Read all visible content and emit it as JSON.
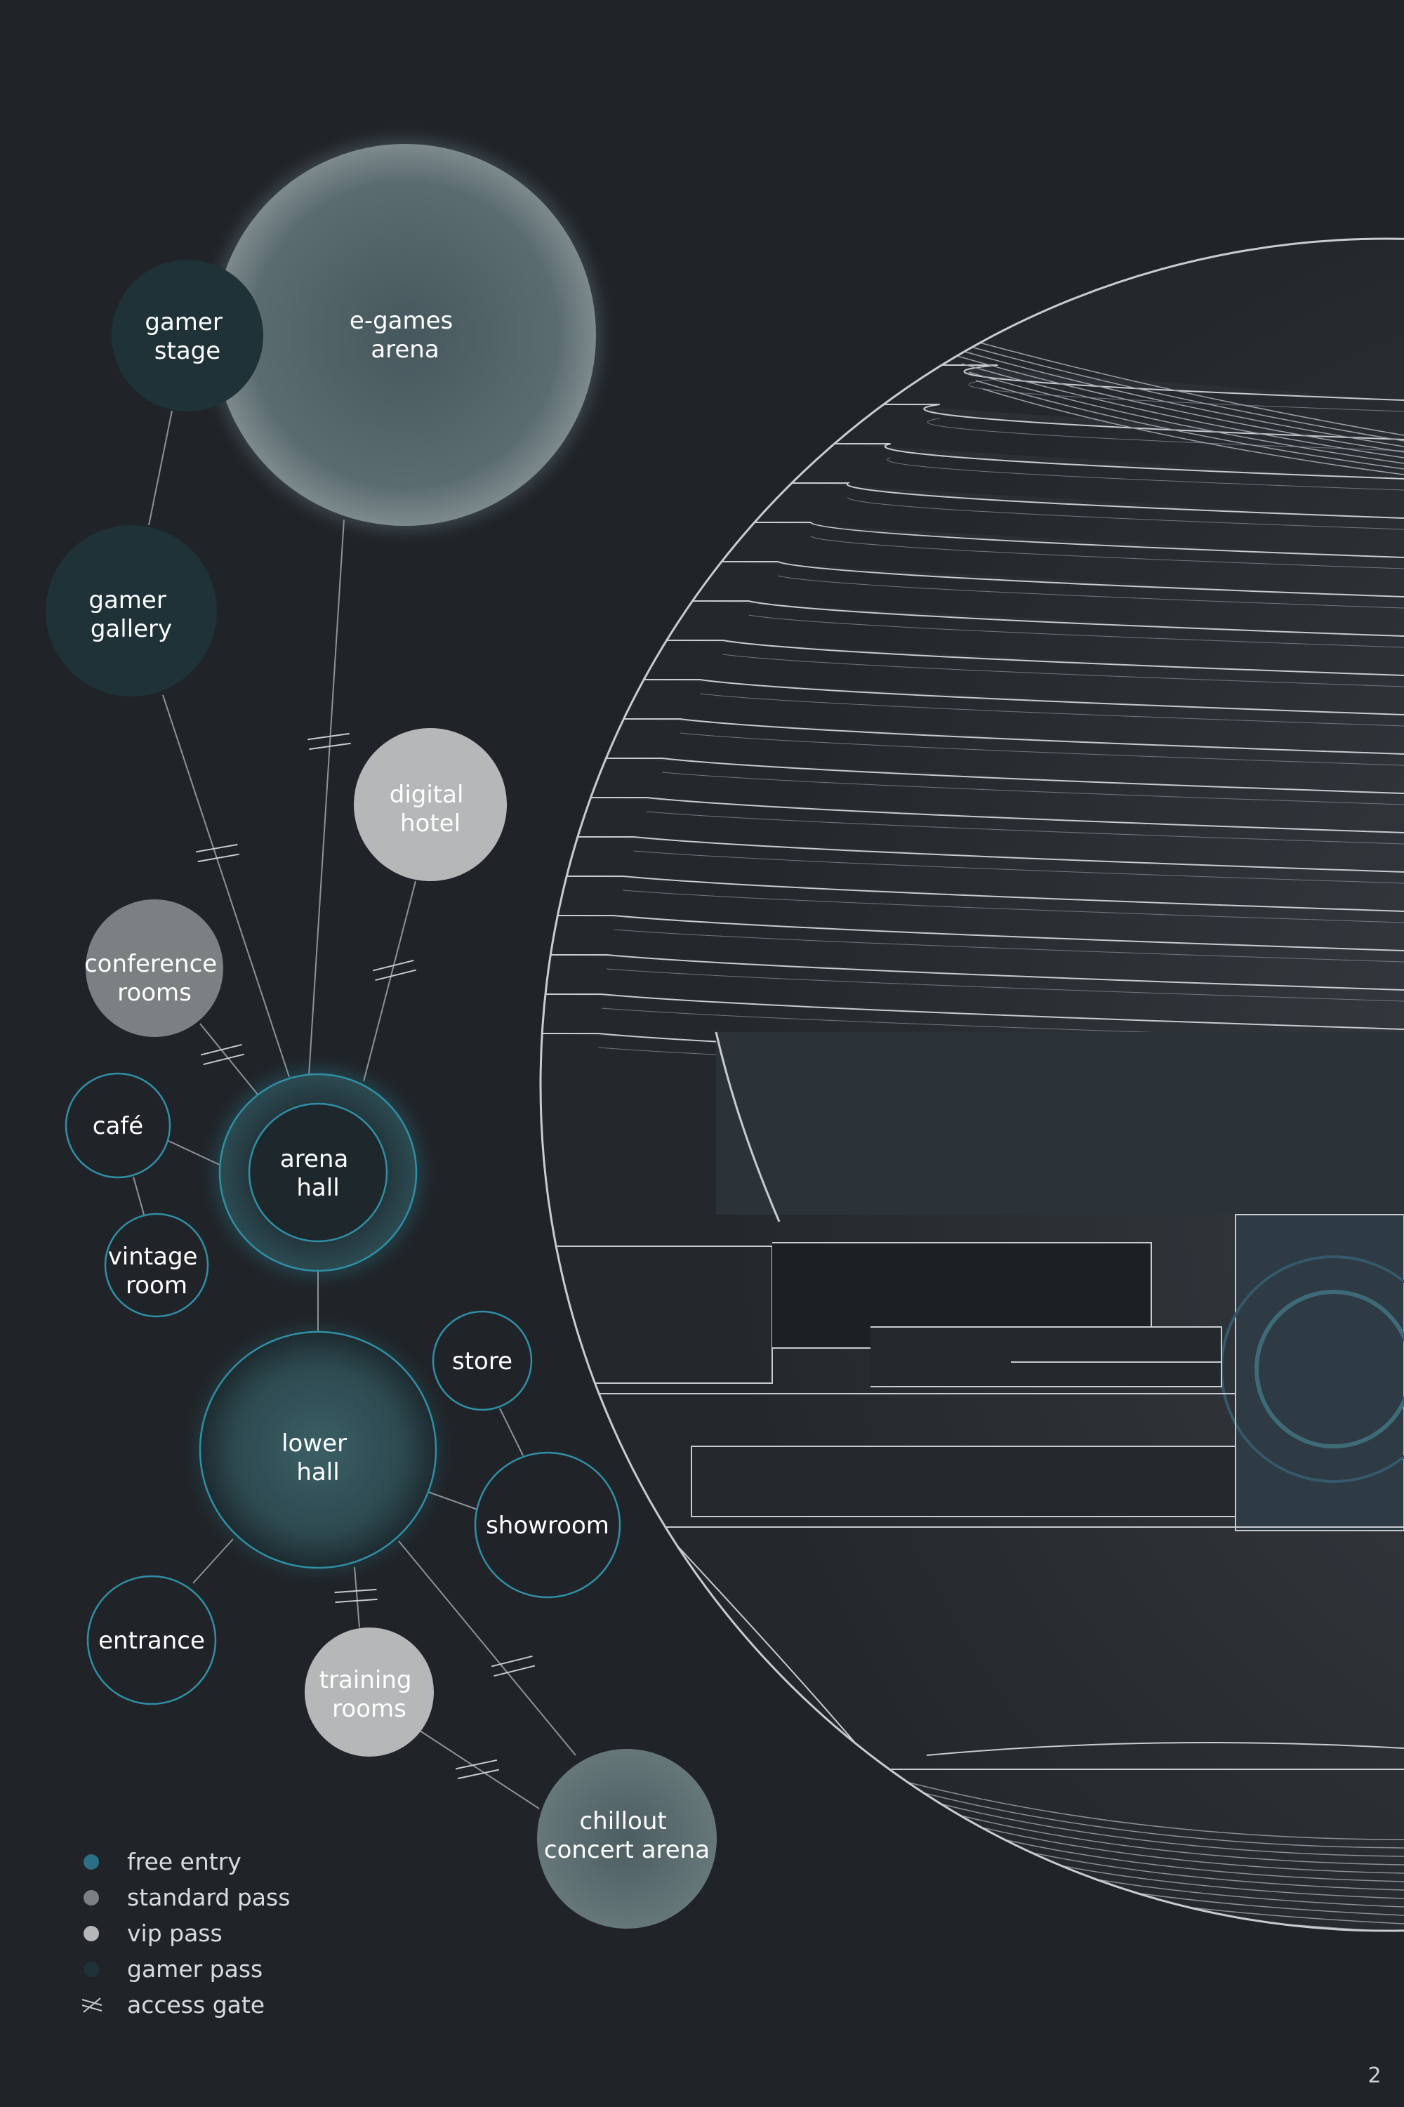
{
  "nodes": [
    {
      "id": "e-games-arena",
      "lines": [
        "e-games",
        "arena"
      ],
      "type": "standard-big"
    },
    {
      "id": "gamer-stage",
      "lines": [
        "gamer",
        "stage"
      ],
      "type": "gamer"
    },
    {
      "id": "gamer-gallery",
      "lines": [
        "gamer",
        "gallery"
      ],
      "type": "gamer"
    },
    {
      "id": "digital-hotel",
      "lines": [
        "digital",
        "hotel"
      ],
      "type": "vip"
    },
    {
      "id": "conference-rooms",
      "lines": [
        "conference",
        "rooms"
      ],
      "type": "standard"
    },
    {
      "id": "cafe",
      "lines": [
        "café"
      ],
      "type": "free"
    },
    {
      "id": "arena-hall",
      "lines": [
        "arena",
        "hall"
      ],
      "type": "hub"
    },
    {
      "id": "vintage-room",
      "lines": [
        "vintage",
        "room"
      ],
      "type": "free"
    },
    {
      "id": "store",
      "lines": [
        "store"
      ],
      "type": "free"
    },
    {
      "id": "lower-hall",
      "lines": [
        "lower",
        "hall"
      ],
      "type": "hub-filled"
    },
    {
      "id": "showroom",
      "lines": [
        "showroom"
      ],
      "type": "free"
    },
    {
      "id": "entrance",
      "lines": [
        "entrance"
      ],
      "type": "free"
    },
    {
      "id": "training-rooms",
      "lines": [
        "training",
        "rooms"
      ],
      "type": "vip"
    },
    {
      "id": "chillout-concert-arena",
      "lines": [
        "chillout",
        "concert arena"
      ],
      "type": "standard-mid"
    }
  ],
  "legend": [
    {
      "label": "free entry",
      "color": "#2a6f86",
      "icon": "dot"
    },
    {
      "label": "standard pass",
      "color": "#7b8083",
      "icon": "dot"
    },
    {
      "label": "vip pass",
      "color": "#b5b7b8",
      "icon": "dot"
    },
    {
      "label": "gamer pass",
      "color": "#1e3237",
      "icon": "dot"
    },
    {
      "label": "access gate",
      "color": "#c9ccce",
      "icon": "gate-icon"
    }
  ],
  "colors": {
    "background": "#202428",
    "free_stroke": "#2f8fa6",
    "standard": "#7b8083",
    "vip": "#b5b7b8",
    "gamer": "#1e3237",
    "arena_fill": "#55676b",
    "hub_fill": "#2c4a50",
    "section_line": "#c8ccd0"
  },
  "page_number": "2"
}
